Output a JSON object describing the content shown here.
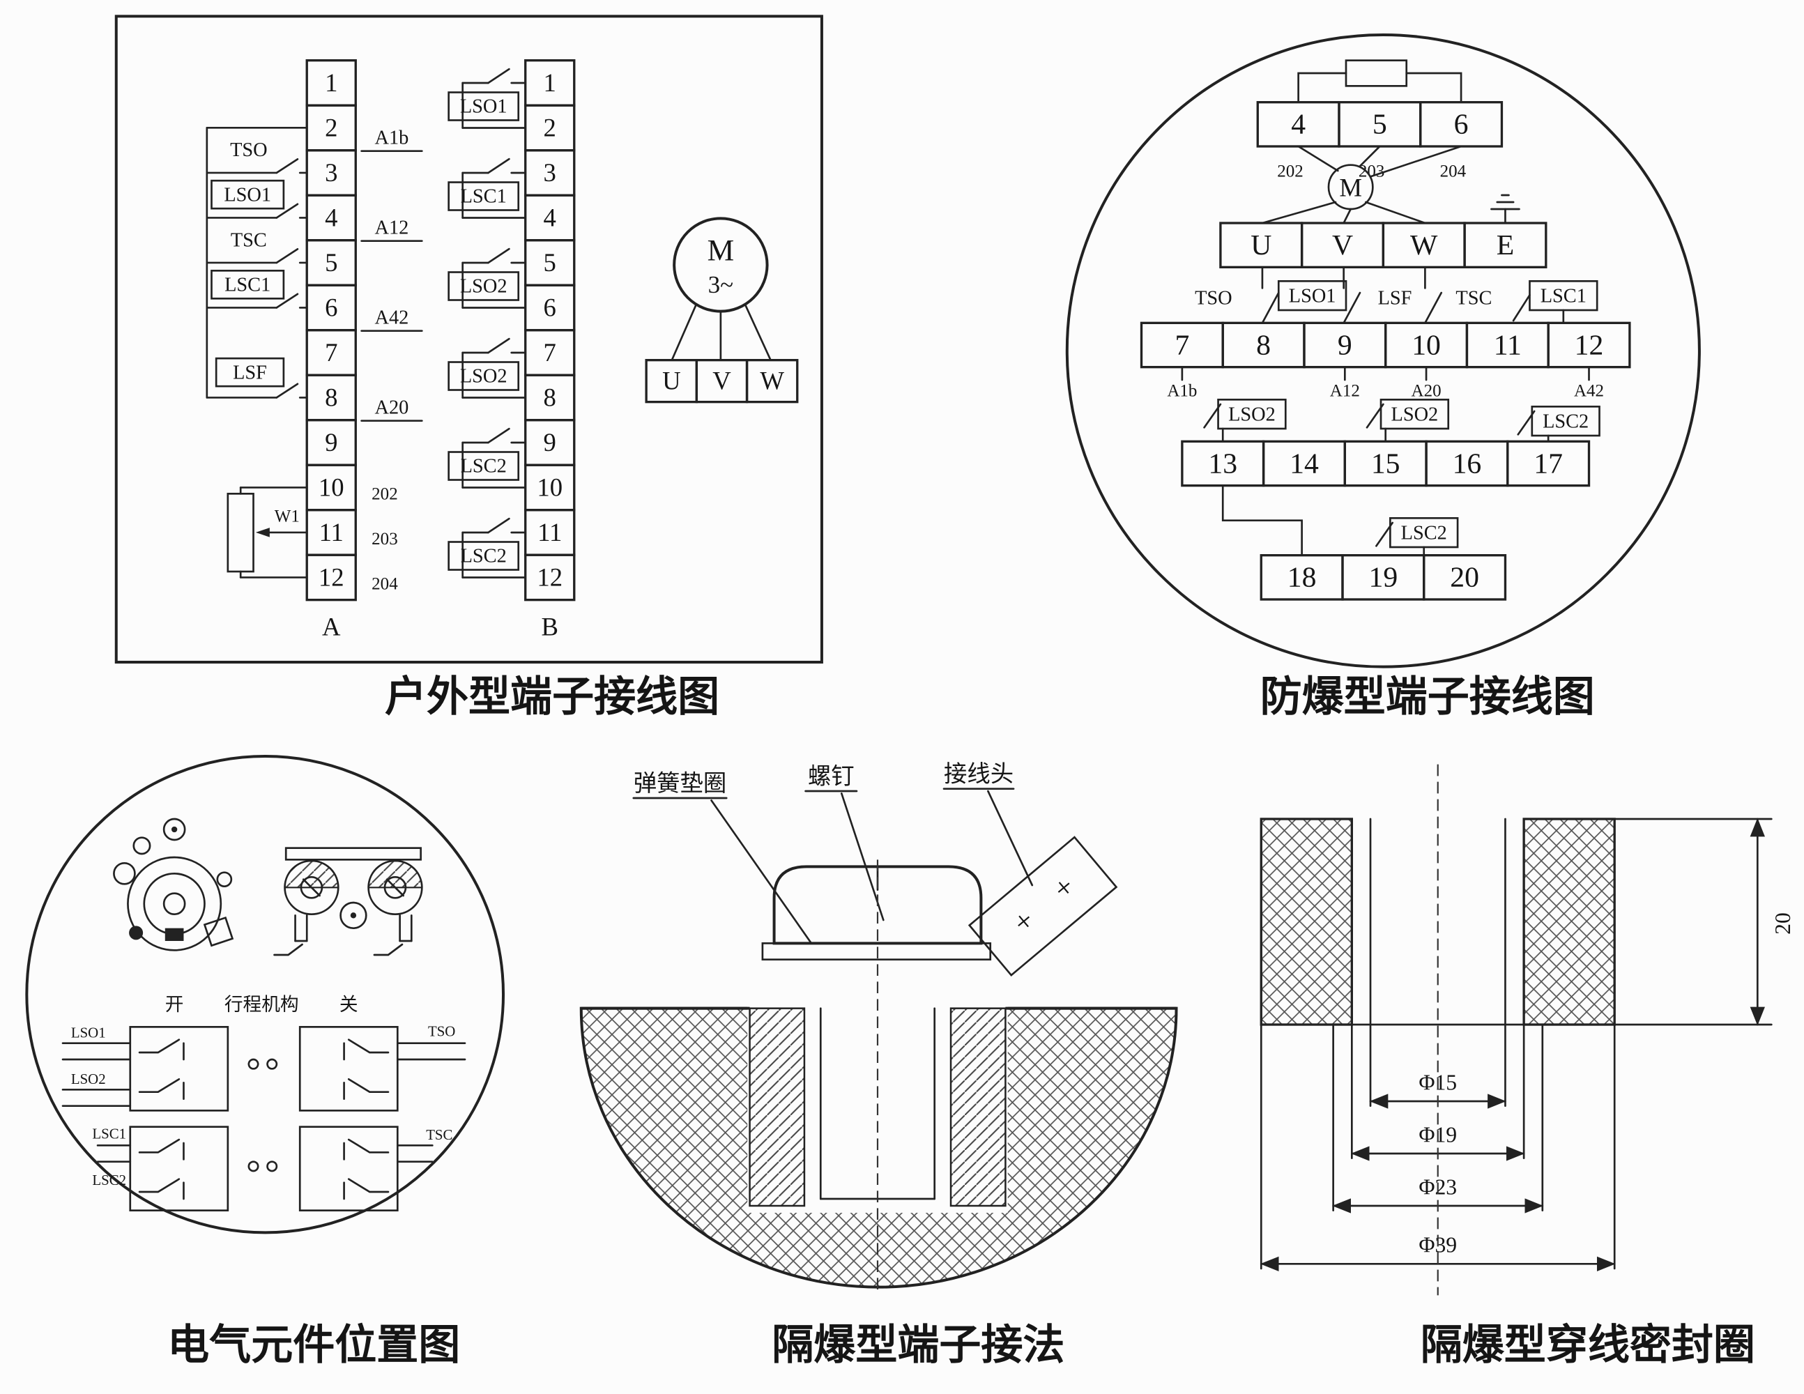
{
  "captions": {
    "outdoor": "户外型端子接线图",
    "explosion": "防爆型端子接线图",
    "position": "电气元件位置图",
    "terminal_method": "隔爆型端子接法",
    "seal_ring": "隔爆型穿线密封圈"
  },
  "outdoor": {
    "strip_a": {
      "label": "A",
      "cells": [
        "1",
        "2",
        "3",
        "4",
        "5",
        "6",
        "7",
        "8",
        "9",
        "10",
        "11",
        "12"
      ]
    },
    "strip_b": {
      "label": "B",
      "cells": [
        "1",
        "2",
        "3",
        "4",
        "5",
        "6",
        "7",
        "8",
        "9",
        "10",
        "11",
        "12"
      ]
    },
    "a_labels_underlined": [
      "A1b",
      "A12",
      "A42",
      "A20"
    ],
    "a_labels_plain": [
      "202",
      "203",
      "204"
    ],
    "a_switches": {
      "tso": "TSO",
      "lso1": "LSO1",
      "tsc": "TSC",
      "lsc1": "LSC1",
      "lsf": "LSF",
      "w1": "W1"
    },
    "b_switches": [
      "LSO1",
      "LSC1",
      "LSO2",
      "LSO2",
      "LSC2",
      "LSC2"
    ],
    "motor": {
      "label": "M",
      "phase": "3~",
      "terminals": [
        "U",
        "V",
        "W"
      ]
    }
  },
  "explosion": {
    "row_top": [
      "4",
      "5",
      "6"
    ],
    "row_top_sub": [
      "202",
      "203",
      "204"
    ],
    "motor_label": "M",
    "row_uvw": [
      "U",
      "V",
      "W",
      "E"
    ],
    "switch_row1": {
      "tso": "TSO",
      "lso1": "LSO1",
      "lsf": "LSF",
      "tsc": "TSC",
      "lsc1": "LSC1"
    },
    "row_7_12": [
      "7",
      "8",
      "9",
      "10",
      "11",
      "12"
    ],
    "sub_labels": [
      "A1b",
      "A12",
      "A20",
      "A42"
    ],
    "switch_row2": [
      "LSO2",
      "LSO2",
      "LSC2"
    ],
    "row_13_17": [
      "13",
      "14",
      "15",
      "16",
      "17"
    ],
    "switch_row3": "LSC2",
    "row_18_20": [
      "18",
      "19",
      "20"
    ]
  },
  "position": {
    "open_label": "开",
    "mechanism_label": "行程机构",
    "close_label": "关",
    "left_switch_labels": [
      "LSO1",
      "LSO2",
      "LSC1",
      "LSC2"
    ],
    "right_switch_labels": [
      "TSO",
      "TSC"
    ]
  },
  "terminal_method": {
    "part_labels": [
      "弹簧垫圈",
      "螺钉",
      "接线头"
    ],
    "plus_marks": [
      "+",
      "+"
    ]
  },
  "seal_ring": {
    "height_label": "20",
    "diameter_labels": [
      "Φ15",
      "Φ19",
      "Φ23",
      "Φ39"
    ]
  }
}
